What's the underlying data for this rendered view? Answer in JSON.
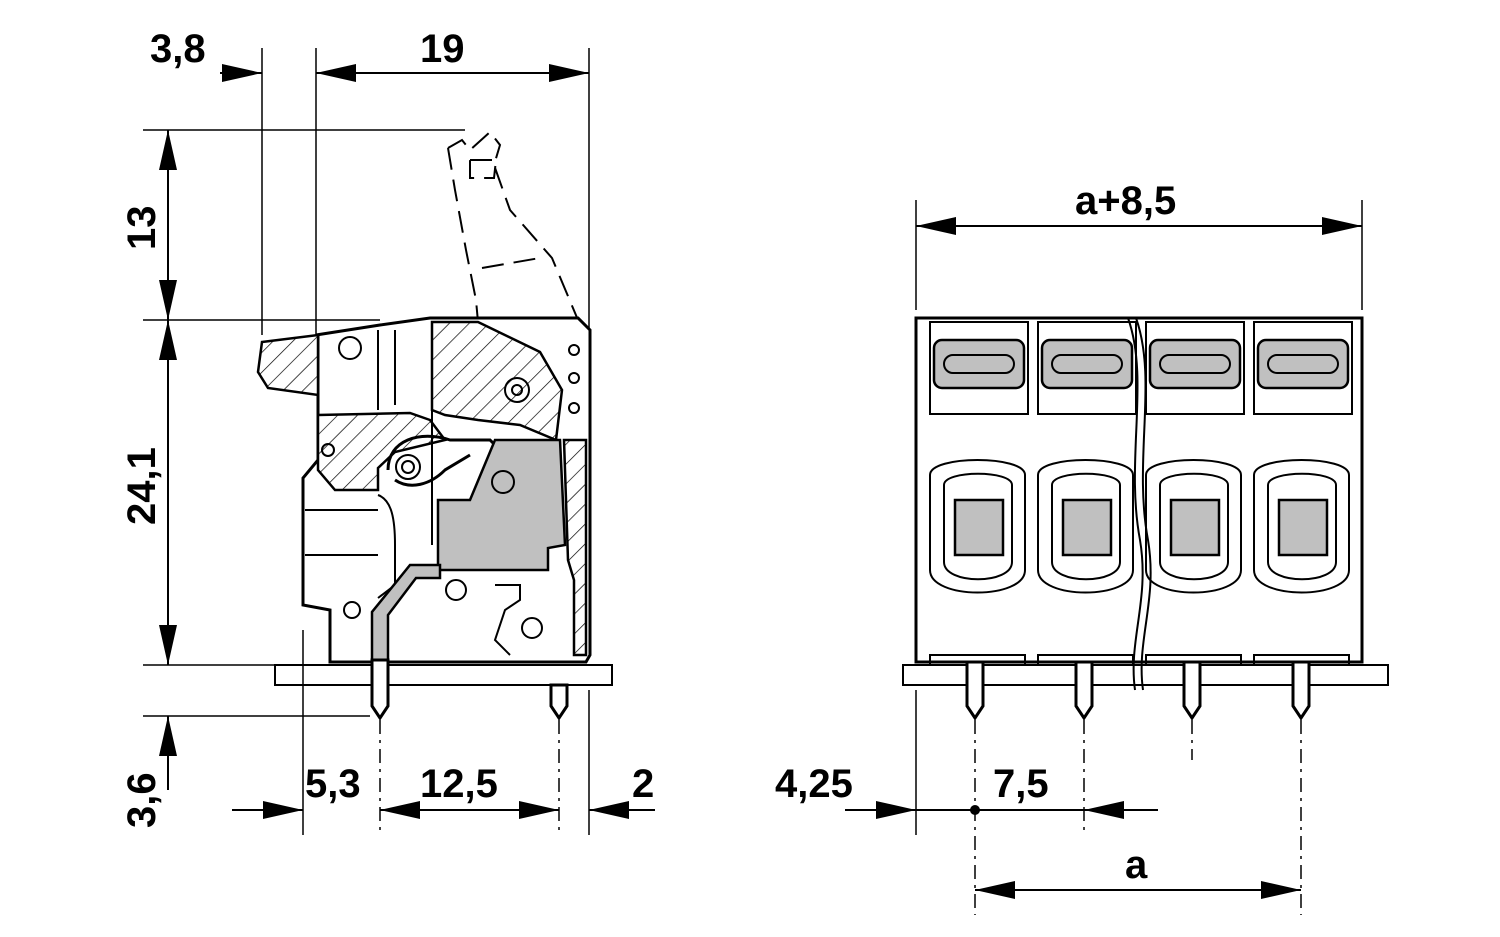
{
  "side_view": {
    "dim_top_left": "3,8",
    "dim_top_width": "19",
    "dim_lever_height": "13",
    "dim_body_height": "24,1",
    "dim_pin_length": "3,6",
    "dim_bottom_offset": "5,3",
    "dim_pin_pitch": "12,5",
    "dim_bottom_right": "2"
  },
  "front_view": {
    "dim_total_width": "a+8,5",
    "dim_edge_offset": "4,25",
    "dim_pitch": "7,5",
    "dim_span": "a"
  },
  "colors": {
    "line": "#000000",
    "grey_fill": "#c0c0c0",
    "background": "#ffffff"
  }
}
